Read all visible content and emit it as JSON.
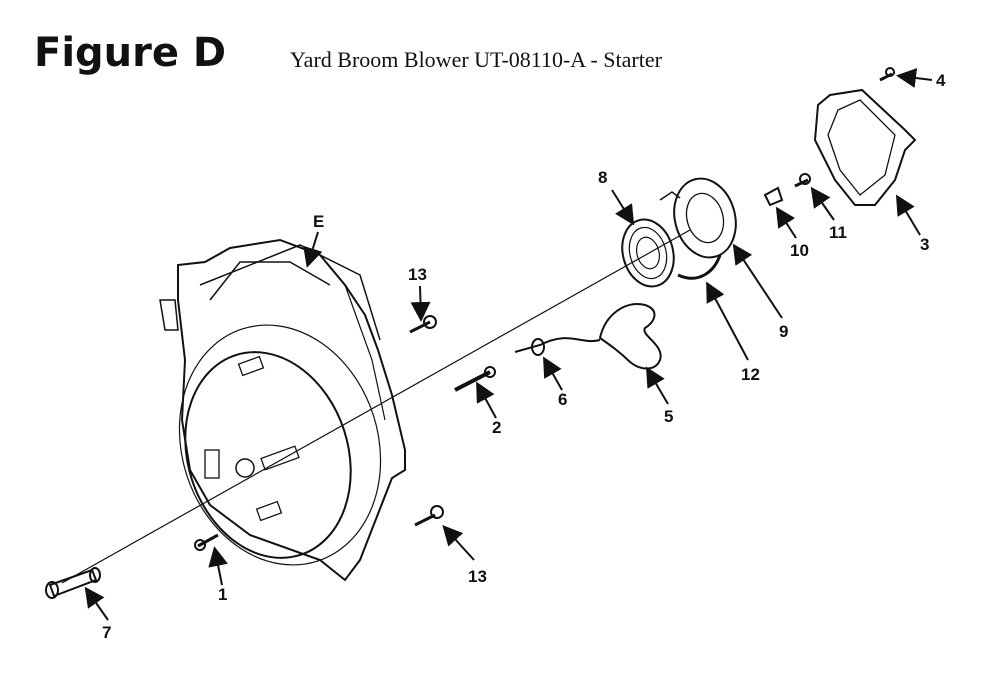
{
  "figure_label": "Figure D",
  "title": "Yard Broom Blower UT-08110-A - Starter",
  "callouts": {
    "E": "E",
    "c1": "1",
    "c2": "2",
    "c3": "3",
    "c4": "4",
    "c5": "5",
    "c6": "6",
    "c7": "7",
    "c8": "8",
    "c9": "9",
    "c10": "10",
    "c11": "11",
    "c12": "12",
    "c13a": "13",
    "c13b": "13"
  }
}
